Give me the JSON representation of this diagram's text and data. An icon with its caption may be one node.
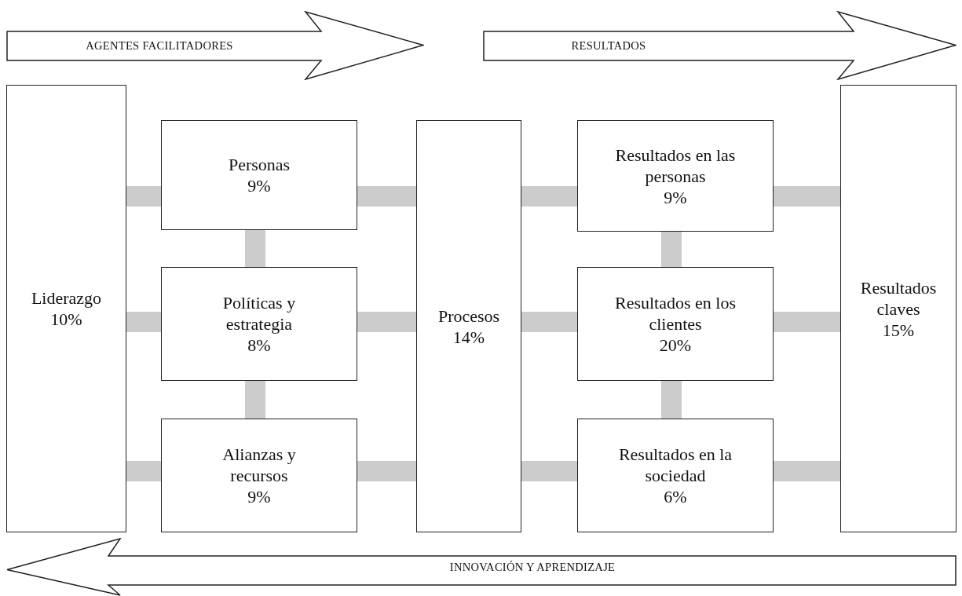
{
  "diagram": {
    "nodes": [
      {
        "text": [
          "Liderazgo",
          "10%"
        ]
      },
      {
        "text": [
          "Personas",
          "9%"
        ]
      },
      {
        "text": [
          "Políticas y estrategia",
          "8%"
        ]
      },
      {
        "text": [
          "Alianzas y recursos",
          "9%"
        ]
      },
      {
        "text": [
          "Procesos",
          "14%"
        ]
      },
      {
        "text": [
          "Resultados en las personas",
          "9%"
        ]
      },
      {
        "text": [
          "Resultados en los clientes",
          "20%"
        ]
      },
      {
        "text": [
          "Resultados en la sociedad",
          "6%"
        ]
      },
      {
        "text": [
          "Resultados claves",
          "15%"
        ]
      },
      {
        "text": [
          "AGENTES FACILITADORES"
        ]
      },
      {
        "text": [
          "RESULTADOS"
        ]
      },
      {
        "text": [
          "INNOVACIÓN Y APRENDIZAJE"
        ]
      }
    ],
    "edges": [
      {
        "from": 0,
        "to": 1,
        "arrow": "none"
      },
      {
        "from": 0,
        "to": 2,
        "arrow": "none"
      },
      {
        "from": 0,
        "to": 3,
        "arrow": "none"
      },
      {
        "from": 1,
        "to": 2,
        "arrow": "none"
      },
      {
        "from": 2,
        "to": 3,
        "arrow": "none"
      },
      {
        "from": 1,
        "to": 4,
        "arrow": "none"
      },
      {
        "from": 2,
        "to": 4,
        "arrow": "none"
      },
      {
        "from": 3,
        "to": 4,
        "arrow": "none"
      },
      {
        "from": 4,
        "to": 5,
        "arrow": "none"
      },
      {
        "from": 4,
        "to": 6,
        "arrow": "none"
      },
      {
        "from": 4,
        "to": 7,
        "arrow": "none"
      },
      {
        "from": 5,
        "to": 6,
        "arrow": "none"
      },
      {
        "from": 6,
        "to": 7,
        "arrow": "none"
      },
      {
        "from": 5,
        "to": 8,
        "arrow": "none"
      },
      {
        "from": 6,
        "to": 8,
        "arrow": "none"
      },
      {
        "from": 7,
        "to": 8,
        "arrow": "none"
      }
    ]
  }
}
